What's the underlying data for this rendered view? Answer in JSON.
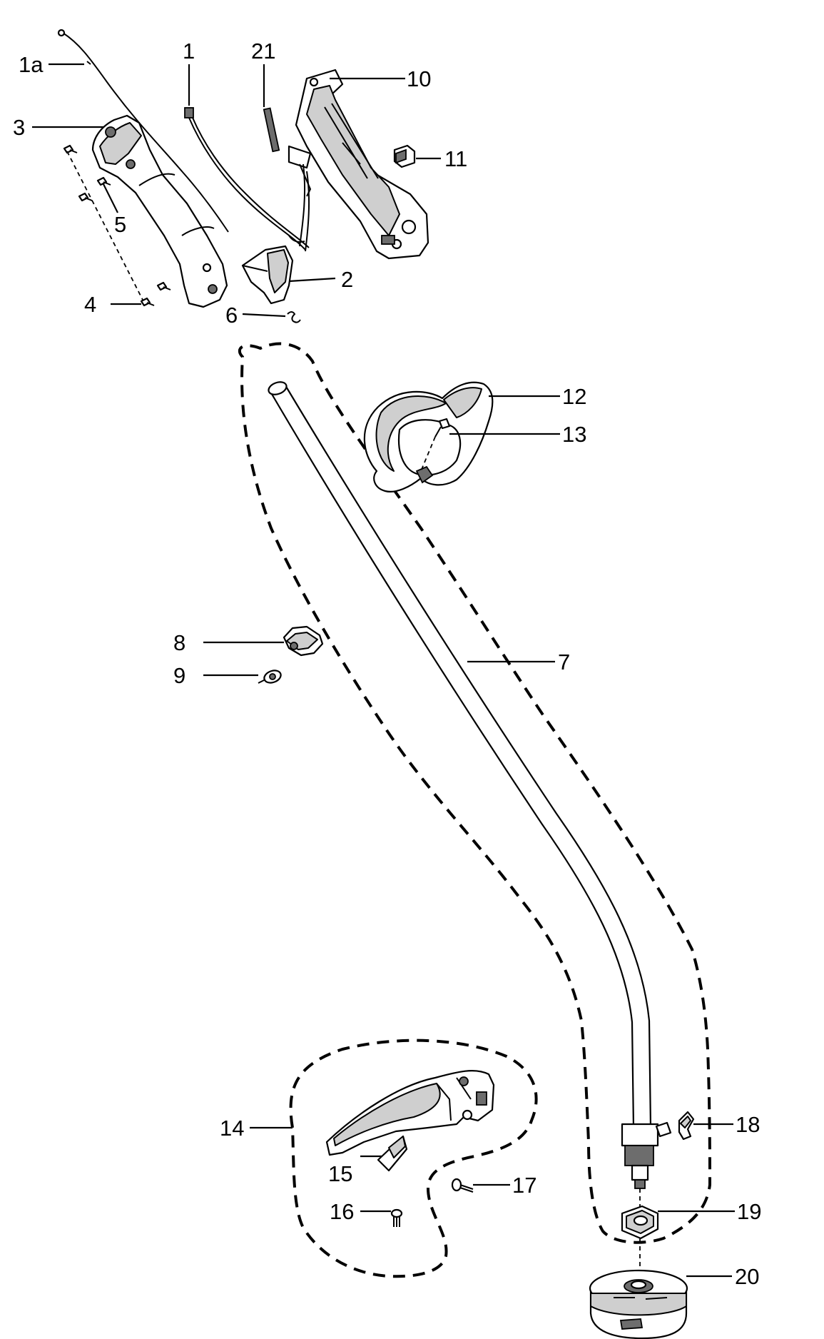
{
  "diagram": {
    "callouts": {
      "c1a": "1a",
      "c1": "1",
      "c21": "21",
      "c10": "10",
      "c3": "3",
      "c11": "11",
      "c5": "5",
      "c2": "2",
      "c4": "4",
      "c6": "6",
      "c12": "12",
      "c13": "13",
      "c8": "8",
      "c7": "7",
      "c9": "9",
      "c18": "18",
      "c14": "14",
      "c15": "15",
      "c17": "17",
      "c16": "16",
      "c19": "19",
      "c20": "20"
    }
  }
}
